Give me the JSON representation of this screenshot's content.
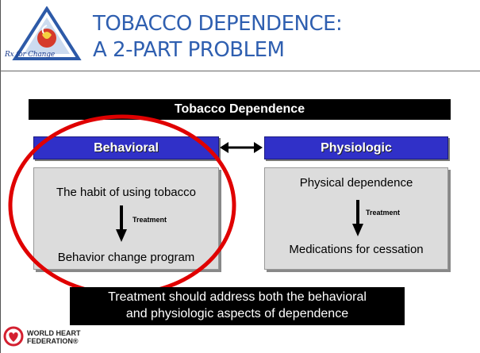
{
  "header": {
    "title_line1": "TOBACCO DEPENDENCE:",
    "title_line2": "A 2-PART PROBLEM",
    "logo_caption": "Rx for Change"
  },
  "diagram": {
    "banner": "Tobacco Dependence",
    "left": {
      "header": "Behavioral",
      "top_text": "The habit of using tobacco",
      "arrow_label": "Treatment",
      "bottom_text": "Behavior change program"
    },
    "right": {
      "header": "Physiologic",
      "top_text": "Physical dependence",
      "arrow_label": "Treatment",
      "bottom_text": "Medications for cessation"
    }
  },
  "footer_note": {
    "line1": "Treatment should address both the behavioral",
    "line2": "and physiologic aspects of dependence"
  },
  "footer_logo": {
    "line1": "WORLD HEART",
    "line2": "FEDERATION®"
  },
  "colors": {
    "title": "#2f5fb0",
    "header_fill": "#3030c8",
    "box_fill": "#dcdcdc",
    "oval": "#e00000",
    "banner": "#000000"
  }
}
